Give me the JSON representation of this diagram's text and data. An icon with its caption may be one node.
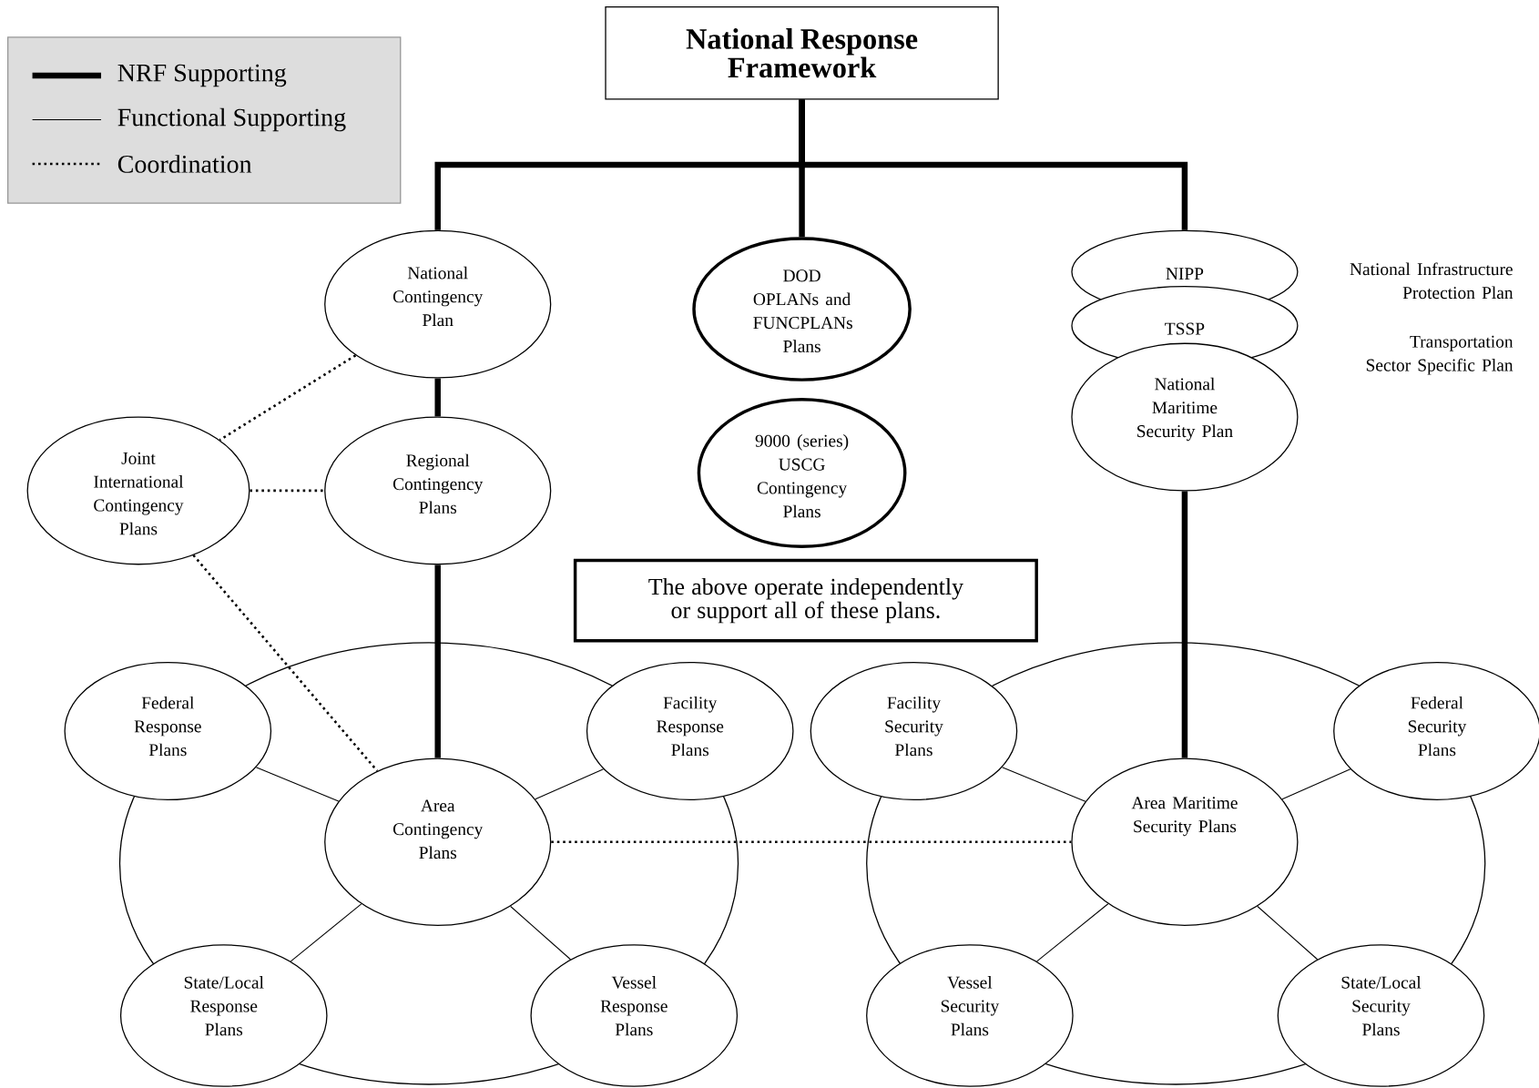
{
  "diagram": {
    "nodes": [
      {
        "text": [
          "National Response Framework"
        ]
      },
      {
        "text": [
          "National Contingency Plan"
        ]
      },
      {
        "text": [
          "DOD OPLANs and FUNCPLANs Plans"
        ]
      },
      {
        "text": [
          "9000 (series) USCG Contingency Plans"
        ]
      },
      {
        "text": [
          "NIPP"
        ],
        "beside": [
          "National Infrastructure Protection Plan"
        ]
      },
      {
        "text": [
          "TSSP"
        ],
        "beside": [
          "Transportation Sector Specific Plan"
        ]
      },
      {
        "text": [
          "National Maritime Security Plan"
        ]
      },
      {
        "text": [
          "Joint International Contingency Plans"
        ]
      },
      {
        "text": [
          "Regional Contingency Plans"
        ]
      },
      {
        "text": [
          "The above operate independently or support all of these plans."
        ]
      },
      {
        "text": [
          "Federal Response Plans"
        ]
      },
      {
        "text": [
          "Facility Response Plans"
        ]
      },
      {
        "text": [
          "Area Contingency Plans"
        ]
      },
      {
        "text": [
          "State/Local Response Plans"
        ]
      },
      {
        "text": [
          "Vessel Response Plans"
        ]
      },
      {
        "text": [
          "Facility Security Plans"
        ]
      },
      {
        "text": [
          "Federal Security Plans"
        ]
      },
      {
        "text": [
          "Area Maritime Security Plans"
        ]
      },
      {
        "text": [
          "Vessel Security Plans"
        ]
      },
      {
        "text": [
          "State/Local Security Plans"
        ]
      }
    ],
    "edges": [
      {
        "from": 0,
        "to": 1,
        "arrow": "none",
        "style": "thick"
      },
      {
        "from": 0,
        "to": 2,
        "arrow": "none",
        "style": "thick"
      },
      {
        "from": 0,
        "to": 4,
        "arrow": "none",
        "style": "thick"
      },
      {
        "from": 1,
        "to": 8,
        "arrow": "none",
        "style": "thick"
      },
      {
        "from": 8,
        "to": 12,
        "arrow": "none",
        "style": "thick"
      },
      {
        "from": 6,
        "to": 17,
        "arrow": "none",
        "style": "thick"
      },
      {
        "from": 1,
        "to": 7,
        "arrow": "none",
        "style": "dashed"
      },
      {
        "from": 7,
        "to": 8,
        "arrow": "none",
        "style": "dashed"
      },
      {
        "from": 7,
        "to": 12,
        "arrow": "none",
        "style": "dashed"
      },
      {
        "from": 12,
        "to": 17,
        "arrow": "none",
        "style": "dashed"
      },
      {
        "from": 12,
        "to": 10,
        "arrow": "none"
      },
      {
        "from": 12,
        "to": 11,
        "arrow": "none"
      },
      {
        "from": 12,
        "to": 13,
        "arrow": "none"
      },
      {
        "from": 12,
        "to": 14,
        "arrow": "none"
      },
      {
        "from": 17,
        "to": 15,
        "arrow": "none"
      },
      {
        "from": 17,
        "to": 16,
        "arrow": "none"
      },
      {
        "from": 17,
        "to": 18,
        "arrow": "none"
      },
      {
        "from": 17,
        "to": 19,
        "arrow": "none"
      }
    ],
    "legend": [
      {
        "text": "NRF Supporting"
      },
      {
        "text": "Functional Supporting"
      },
      {
        "text": "Coordination"
      }
    ]
  }
}
